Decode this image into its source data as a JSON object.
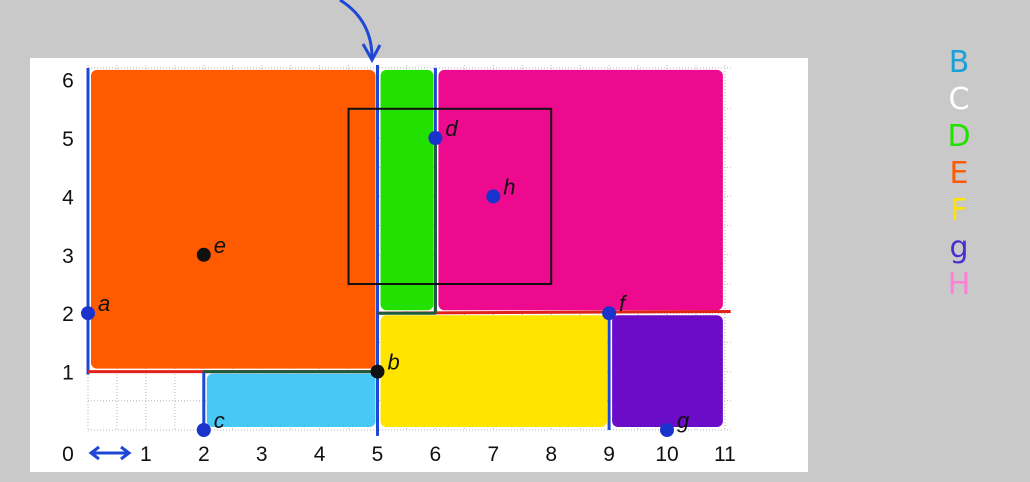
{
  "axes": {
    "x_ticks": [
      "0",
      "1",
      "2",
      "3",
      "4",
      "5",
      "6",
      "7",
      "8",
      "9",
      "10",
      "11"
    ],
    "y_ticks": [
      "1",
      "2",
      "3",
      "4",
      "5",
      "6"
    ]
  },
  "regions": [
    {
      "name": "orange-region",
      "color": "#ff5a00",
      "x": [
        0,
        5
      ],
      "y": [
        1,
        6.2
      ]
    },
    {
      "name": "blue-region",
      "color": "#47c8f5",
      "x": [
        2,
        5
      ],
      "y": [
        0,
        1
      ]
    },
    {
      "name": "green-region",
      "color": "#22e000",
      "x": [
        5,
        6
      ],
      "y": [
        2,
        6.2
      ]
    },
    {
      "name": "magenta-region",
      "color": "#ee0a8e",
      "x": [
        6,
        11
      ],
      "y": [
        2,
        6.2
      ]
    },
    {
      "name": "yellow-region",
      "color": "#ffe400",
      "x": [
        5,
        9
      ],
      "y": [
        0,
        2
      ]
    },
    {
      "name": "purple-region",
      "color": "#6a0cc8",
      "x": [
        9,
        11
      ],
      "y": [
        0,
        2
      ]
    }
  ],
  "points": [
    {
      "label": "a",
      "x": 0,
      "y": 2,
      "color": "#1a33cc"
    },
    {
      "label": "b",
      "x": 5,
      "y": 1,
      "color": "#111111"
    },
    {
      "label": "c",
      "x": 2,
      "y": 0,
      "color": "#1a33cc"
    },
    {
      "label": "d",
      "x": 6,
      "y": 5,
      "color": "#1a33cc"
    },
    {
      "label": "e",
      "x": 2,
      "y": 3,
      "color": "#111111"
    },
    {
      "label": "f",
      "x": 9,
      "y": 2,
      "color": "#1a33cc"
    },
    {
      "label": "g",
      "x": 10,
      "y": 0,
      "color": "#1a33cc"
    },
    {
      "label": "h",
      "x": 7,
      "y": 4,
      "color": "#1a33cc"
    }
  ],
  "query_box": {
    "x": [
      4.5,
      8
    ],
    "y": [
      2.5,
      5.5
    ]
  },
  "legend": [
    {
      "letter": "B",
      "color": "#1aa0d8"
    },
    {
      "letter": "C",
      "color": "#ffffff"
    },
    {
      "letter": "D",
      "color": "#22e000"
    },
    {
      "letter": "E",
      "color": "#ff5a00"
    },
    {
      "letter": "F",
      "color": "#ffe400"
    },
    {
      "letter": "g",
      "color": "#4a2fd0"
    },
    {
      "letter": "H",
      "color": "#ff7fd8"
    }
  ]
}
